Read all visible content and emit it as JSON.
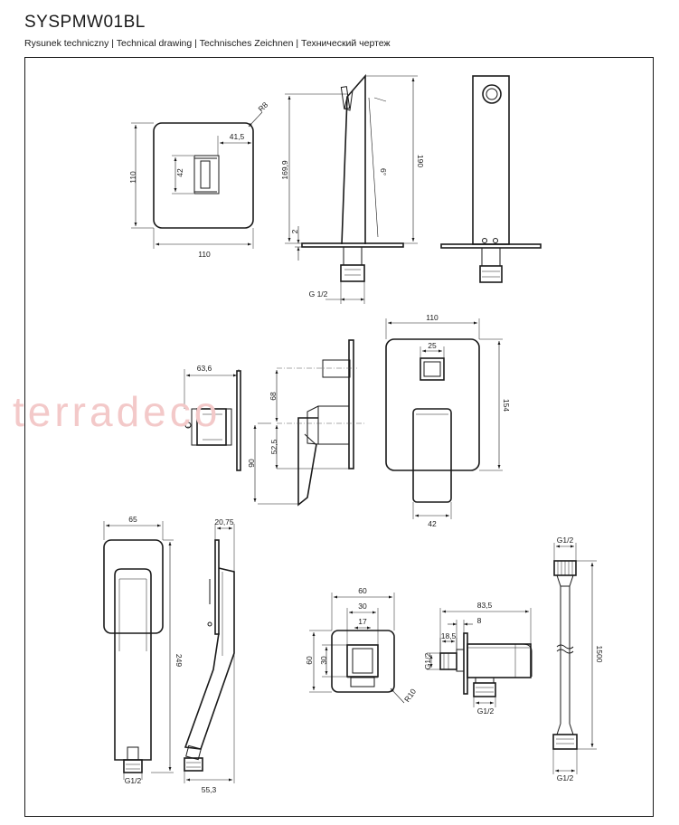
{
  "header": {
    "model": "SYSPMW01BL",
    "subtitle": "Rysunek techniczny | Technical drawing | Technisches Zeichnen | Технический чертеж"
  },
  "watermark": "terradeco",
  "dimensions": {
    "plate_height": "110",
    "plate_width": "110",
    "radius_r8": "R8",
    "knob_offset": "41,5",
    "knob_height": "42",
    "spout_height": "169,9",
    "total_height": "190",
    "angle": "6°",
    "base_thickness": "2",
    "thread_top": "G 1/2",
    "mixer_width": "110",
    "knob_square": "25",
    "mixer_height": "154",
    "lever_width": "42",
    "depth": "63,6",
    "upper_offset": "68",
    "lower_offset": "52,5",
    "lever_drop": "90",
    "holder_width": "65",
    "head_thickness": "20,75",
    "handle_length": "249",
    "handle_thread": "G1/2",
    "handle_offset": "55,3",
    "elbow_width": "60",
    "elbow_inner": "30",
    "elbow_port": "17",
    "elbow_height": "60",
    "elbow_inner_v": "30",
    "elbow_radius": "R10",
    "elbow_depth": "83,5",
    "elbow_step": "8",
    "elbow_flange": "18,5",
    "elbow_thread_side": "G1/2",
    "elbow_thread_bottom": "G1/2",
    "hose_thread_top": "G1/2",
    "hose_length": "1500",
    "hose_thread_bottom": "G1/2"
  }
}
